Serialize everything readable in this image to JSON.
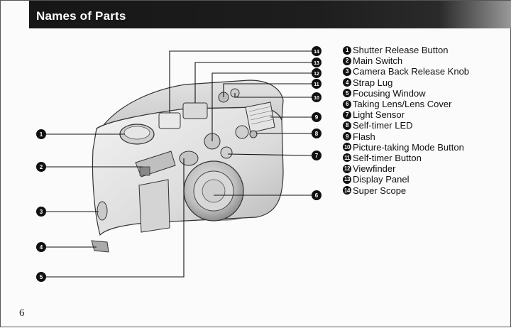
{
  "header": {
    "title": "Names of Parts"
  },
  "parts": [
    {
      "num": "1",
      "label": "Shutter Release Button"
    },
    {
      "num": "2",
      "label": "Main Switch"
    },
    {
      "num": "3",
      "label": "Camera Back Release Knob"
    },
    {
      "num": "4",
      "label": "Strap Lug"
    },
    {
      "num": "5",
      "label": "Focusing Window"
    },
    {
      "num": "6",
      "label": "Taking Lens/Lens Cover"
    },
    {
      "num": "7",
      "label": "Light Sensor"
    },
    {
      "num": "8",
      "label": "Self-timer LED"
    },
    {
      "num": "9",
      "label": "Flash"
    },
    {
      "num": "10",
      "label": "Picture-taking Mode Button"
    },
    {
      "num": "11",
      "label": "Self-timer Button"
    },
    {
      "num": "12",
      "label": "Viewfinder"
    },
    {
      "num": "13",
      "label": "Display Panel"
    },
    {
      "num": "14",
      "label": "Super Scope"
    }
  ],
  "page_number": "6"
}
